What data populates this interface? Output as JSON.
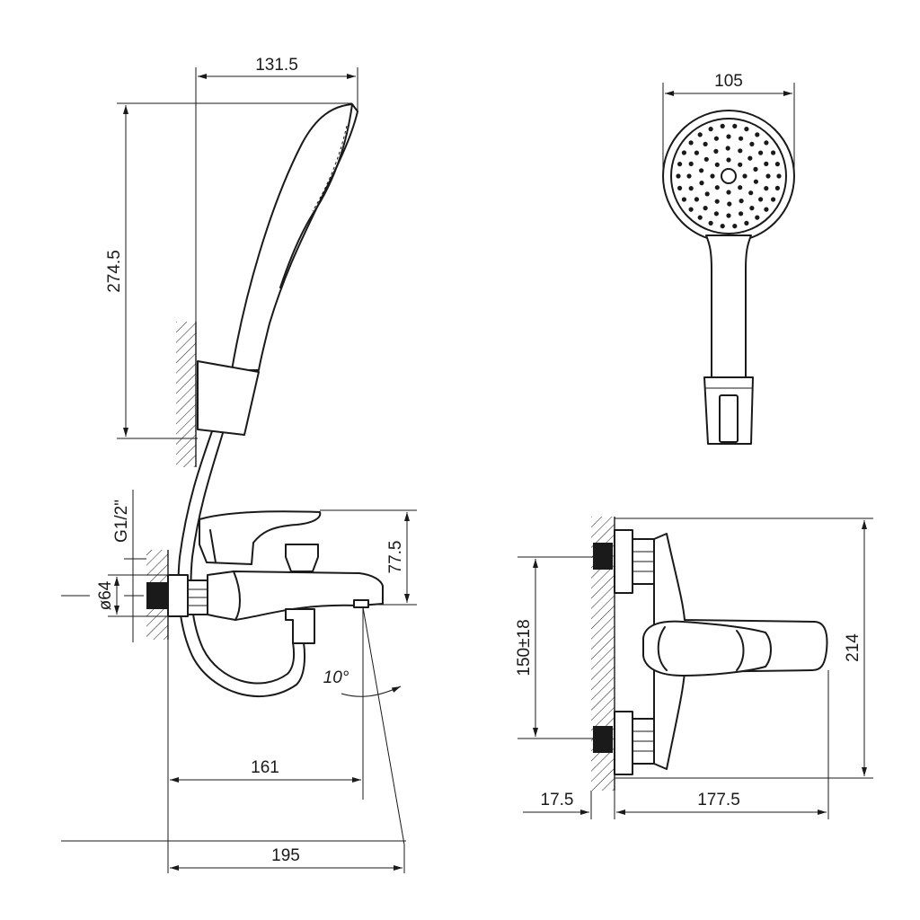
{
  "dimensions": {
    "handshower_width": "131.5",
    "handshower_height": "274.5",
    "head_diameter": "105",
    "inlet_thread": "G1/2\"",
    "flange_diameter": "ø64",
    "lever_height": "77.5",
    "spout_angle": "10°",
    "spout_reach": "161",
    "overall_depth": "195",
    "inlet_spacing": "150±18",
    "overall_height": "214",
    "wall_offset": "17.5",
    "body_depth": "177.5"
  }
}
